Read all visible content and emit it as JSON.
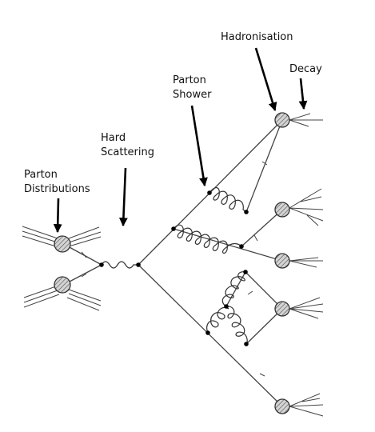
{
  "labels": {
    "parton_distributions": [
      "Parton",
      "Distributions"
    ],
    "hard_scattering": [
      "Hard",
      "Scattering"
    ],
    "parton_shower": [
      "Parton",
      "Shower"
    ],
    "hadronisation": "Hadronisation",
    "decay": "Decay"
  },
  "colors": {
    "line": "#444444",
    "arrow": "#000000",
    "blob_fill": "#cccccc"
  }
}
